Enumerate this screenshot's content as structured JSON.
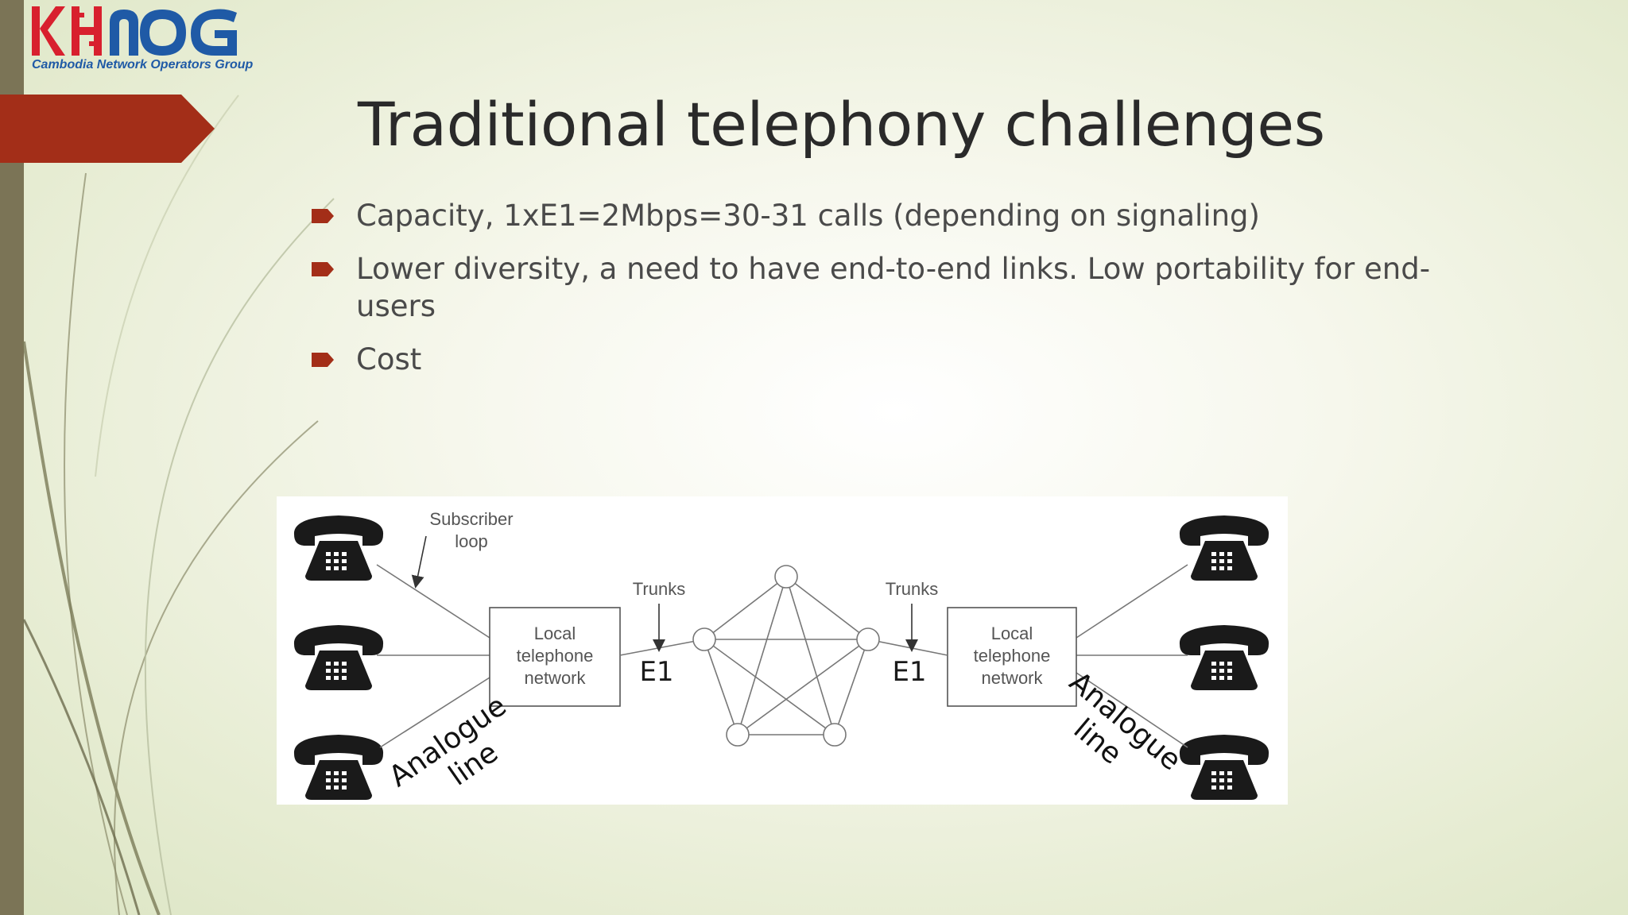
{
  "logo": {
    "tagline": "Cambodia Network Operators Group"
  },
  "slide": {
    "title": "Traditional telephony challenges",
    "bullets": [
      "Capacity, 1xE1=2Mbps=30-31 calls (depending on signaling)",
      "Lower diversity, a need to have end-to-end links. Low portability for end-users",
      "Cost"
    ]
  },
  "diagram": {
    "subscriber_loop": [
      "Subscriber",
      "loop"
    ],
    "trunks_left": "Trunks",
    "trunks_right": "Trunks",
    "local_left": [
      "Local",
      "telephone",
      "network"
    ],
    "local_right": [
      "Local",
      "telephone",
      "network"
    ],
    "e1_left": "E1",
    "e1_right": "E1",
    "analogue_left": [
      "Analogue",
      "line"
    ],
    "analogue_right": [
      "Analogue",
      "line"
    ]
  },
  "colors": {
    "accent": "#a32e18",
    "sidebar": "#7b7456",
    "brand_blue": "#1f5aa6",
    "brand_red": "#d8202e"
  }
}
